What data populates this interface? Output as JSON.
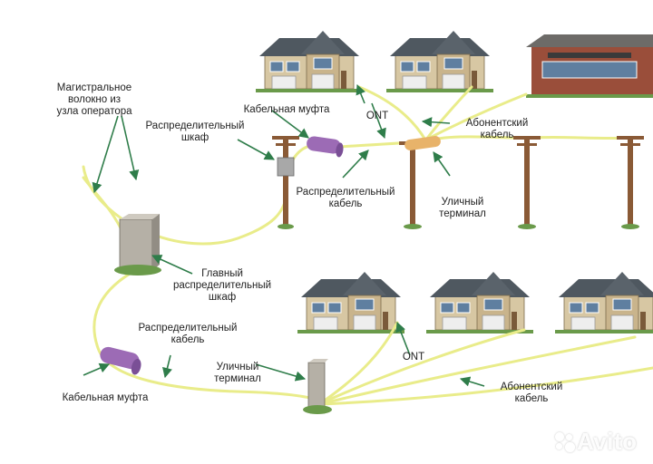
{
  "labels": {
    "backbone_fiber": "Магистральное\nволокно из\nузла оператора",
    "splice_closure_top": "Кабельная муфта",
    "dist_cabinet": "Распределительный\nшкаф",
    "ont_top": "ONT",
    "subscriber_cable_top": "Абонентский\nкабель",
    "dist_cable_top": "Распределительный\nкабель",
    "street_terminal_top": "Уличный\nтерминал",
    "main_cabinet": "Главный\nраспределительный\nшкаф",
    "dist_cable_bottom": "Распределительный\nкабель",
    "street_terminal_bottom": "Уличный\nтерминал",
    "splice_closure_bottom": "Кабельная муфта",
    "ont_bottom": "ONT",
    "subscriber_cable_bottom": "Абонентский\nкабель"
  },
  "watermark": "Avito",
  "colors": {
    "cable": "#e9ec8a",
    "arrow": "#2f7d4a",
    "roof": "#4f5860",
    "closure": "#9c6bb5",
    "pole": "#8a5a36"
  }
}
